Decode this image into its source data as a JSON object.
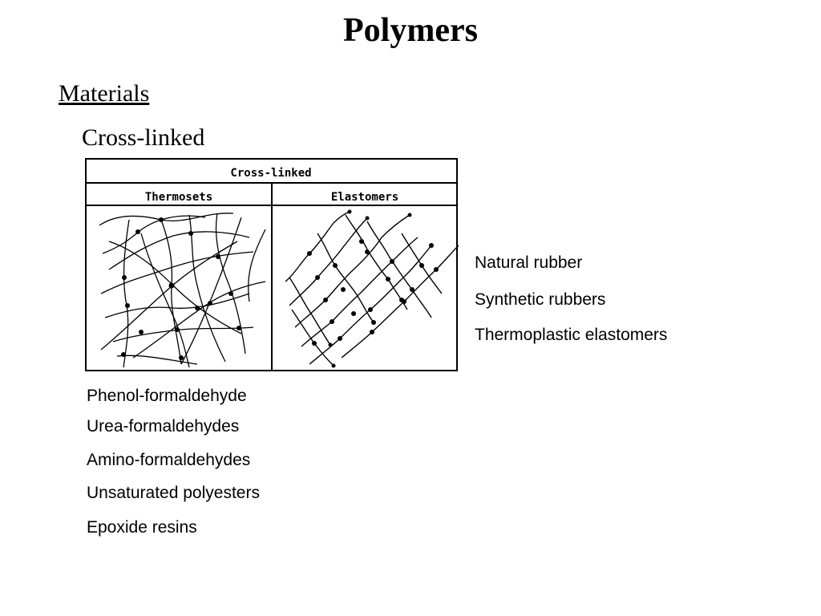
{
  "slide": {
    "title": "Polymers",
    "heading": "Materials",
    "subheading": "Cross-linked"
  },
  "figure": {
    "header": "Cross-linked",
    "left_label": "Thermosets",
    "right_label": "Elastomers"
  },
  "thermosets_examples": [
    "Phenol-formaldehyde",
    "Urea-formaldehydes",
    "Amino-formaldehydes",
    "Unsaturated polyesters",
    "Epoxide resins"
  ],
  "elastomers_examples": [
    "Natural rubber",
    "Synthetic rubbers",
    "Thermoplastic elastomers"
  ]
}
